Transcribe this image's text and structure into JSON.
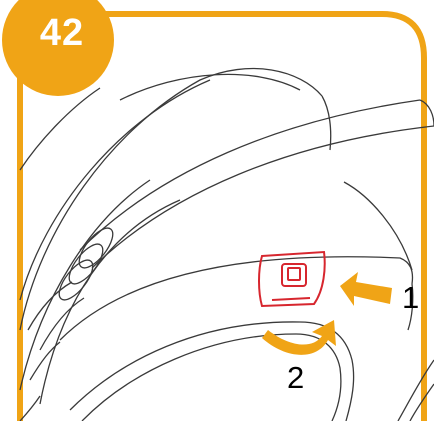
{
  "step": {
    "number": "42"
  },
  "callouts": {
    "label_1": "1",
    "label_2": "2"
  },
  "colors": {
    "accent_orange": "#f0a416",
    "highlight_red": "#d7262e",
    "line_gray": "#3a3a3a"
  },
  "icons": {
    "push_arrow": "arrow-left-icon",
    "rotate_arrow": "curved-arrow-icon"
  }
}
